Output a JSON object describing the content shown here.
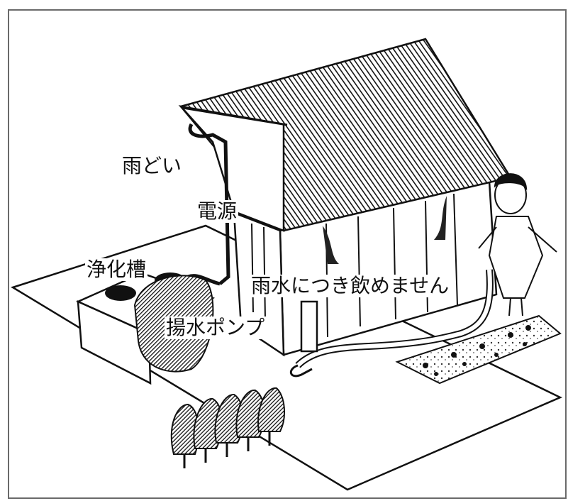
{
  "labels": {
    "rain_gutter": "雨どい",
    "power_source": "電源",
    "septic_tank": "浄化槽",
    "not_drinkable": "雨水につき飲めません",
    "pump": "揚水ポンプ"
  },
  "colors": {
    "ink": "#111111",
    "paper": "#ffffff",
    "frame": "#6a6a6a"
  }
}
